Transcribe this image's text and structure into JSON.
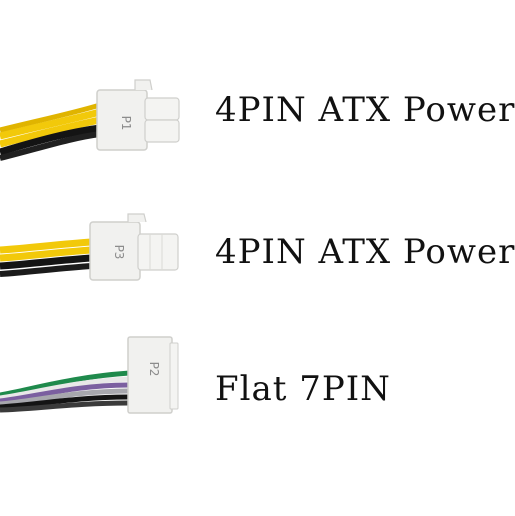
{
  "connectors": [
    {
      "id_label": "P1",
      "caption": "4PIN ATX Power",
      "type": "4-pin"
    },
    {
      "id_label": "P3",
      "caption": "4PIN ATX Power",
      "type": "4-pin"
    },
    {
      "id_label": "P2",
      "caption": "Flat 7PIN",
      "type": "flat-7-pin"
    }
  ],
  "colors": {
    "wire_yellow": "#f2c90a",
    "wire_black": "#141414",
    "wire_green": "#1f8a4c",
    "wire_purple": "#7b5fa0",
    "wire_gray": "#a7a7ad",
    "wire_white": "#e8e8e8",
    "connector_body": "#f1f1ef"
  }
}
